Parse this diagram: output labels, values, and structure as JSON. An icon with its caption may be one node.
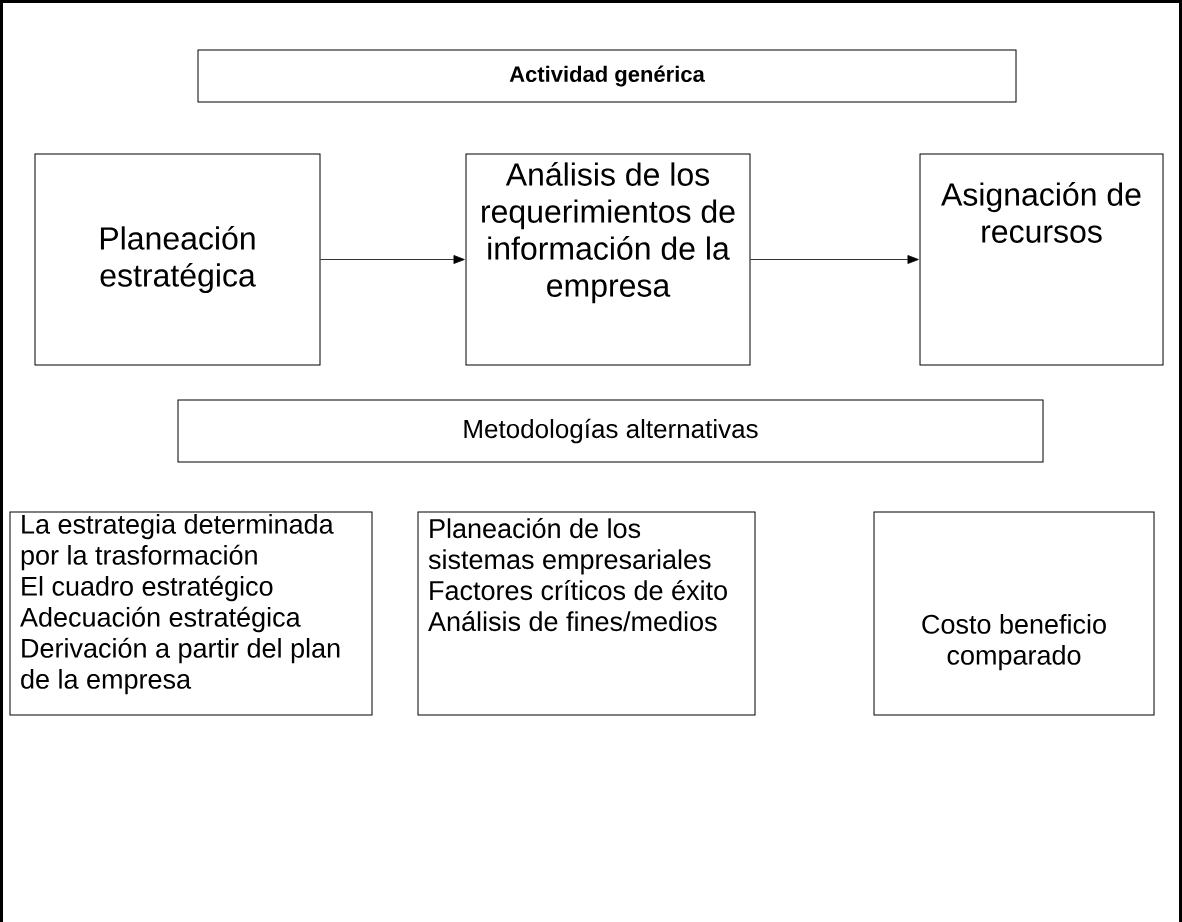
{
  "diagram": {
    "nodes": [
      {
        "text": [
          "Actividad genérica"
        ]
      },
      {
        "text": [
          "Planeación estratégica"
        ]
      },
      {
        "text": [
          "Análisis de los requerimientos de información de la empresa"
        ]
      },
      {
        "text": [
          "Asignación de recursos"
        ]
      },
      {
        "text": [
          "Metodologías alternativas"
        ]
      },
      {
        "text": [
          "La estrategia determinada por la trasformación",
          "El cuadro estratégico",
          "Adecuación estratégica",
          "Derivación a partir del plan de la empresa"
        ]
      },
      {
        "text": [
          "Planeación de los sistemas empresariales",
          "Factores críticos de éxito",
          "Análisis de fines/medios"
        ]
      },
      {
        "text": [
          "Costo beneficio comparado"
        ]
      }
    ],
    "edges": [
      {
        "from": 1,
        "to": 2,
        "arrow": "to"
      },
      {
        "from": 2,
        "to": 3,
        "arrow": "to"
      }
    ]
  }
}
